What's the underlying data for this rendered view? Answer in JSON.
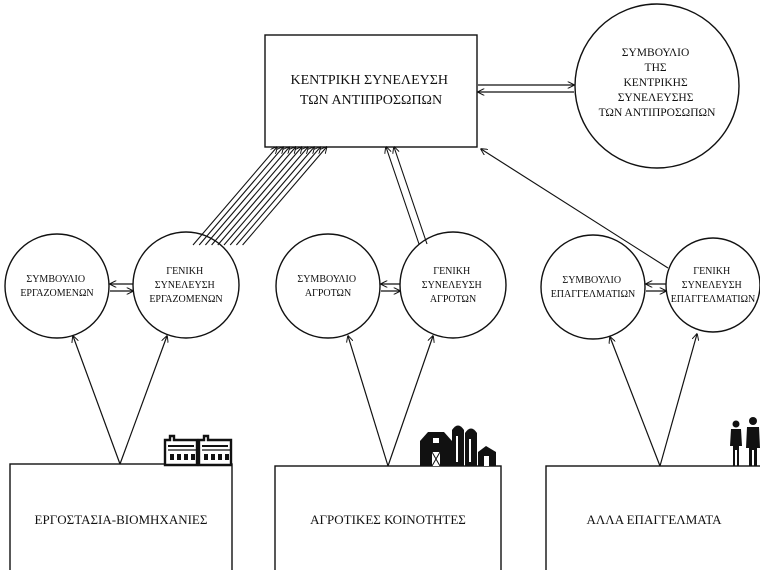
{
  "central": {
    "assembly": [
      "ΚΕΝΤΡΙΚΗ  ΣΥΝΕΛΕΥΣΗ",
      "ΤΩΝ ΑΝΤΙΠΡΟΣΩΠΩΝ"
    ],
    "council": [
      "ΣΥΜΒΟΥΛΙΟ",
      "ΤΗΣ",
      "ΚΕΝΤΡΙΚΗΣ",
      "ΣΥΝΕΛΕΥΣΗΣ",
      "ΤΩΝ ΑΝΤΙΠΡΟΣΩΠΩΝ"
    ]
  },
  "sectors": [
    {
      "council": [
        "ΣΥΜΒΟΥΛΙΟ",
        "ΕΡΓΑΖΟΜΕΝΩΝ"
      ],
      "assembly": [
        "ΓΕΝΙΚΗ",
        "ΣΥΝΕΛΕΥΣΗ",
        "ΕΡΓΑΖΟΜΕΝΩΝ"
      ],
      "base": "ΕΡΓΟΣΤΑΣΙΑ-ΒΙΟΜΗΧΑΝΙΕΣ",
      "icon": "factory-icon",
      "delegate_links": 9
    },
    {
      "council": [
        "ΣΥΜΒΟΥΛΙΟ",
        "ΑΓΡΟΤΩΝ"
      ],
      "assembly": [
        "ΓΕΝΙΚΗ",
        "ΣΥΝΕΛΕΥΣΗ",
        "ΑΓΡΟΤΩΝ"
      ],
      "base": "ΑΓΡΟΤΙΚΕΣ ΚΟΙΝΟΤΗΤΕΣ",
      "icon": "farm-icon",
      "delegate_links": 2
    },
    {
      "council": [
        "ΣΥΜΒΟΥΛΙΟ",
        "ΕΠΑΓΓΕΛΜΑΤΙΩΝ"
      ],
      "assembly": [
        "ΓΕΝΙΚΗ",
        "ΣΥΝΕΛΕΥΣΗ",
        "ΕΠΑΓΓΕΛΜΑΤΙΩΝ"
      ],
      "base": "ΑΛΛΑ ΕΠΑΓΓΕΛΜΑΤΑ",
      "icon": "people-icon",
      "delegate_links": 1
    }
  ]
}
